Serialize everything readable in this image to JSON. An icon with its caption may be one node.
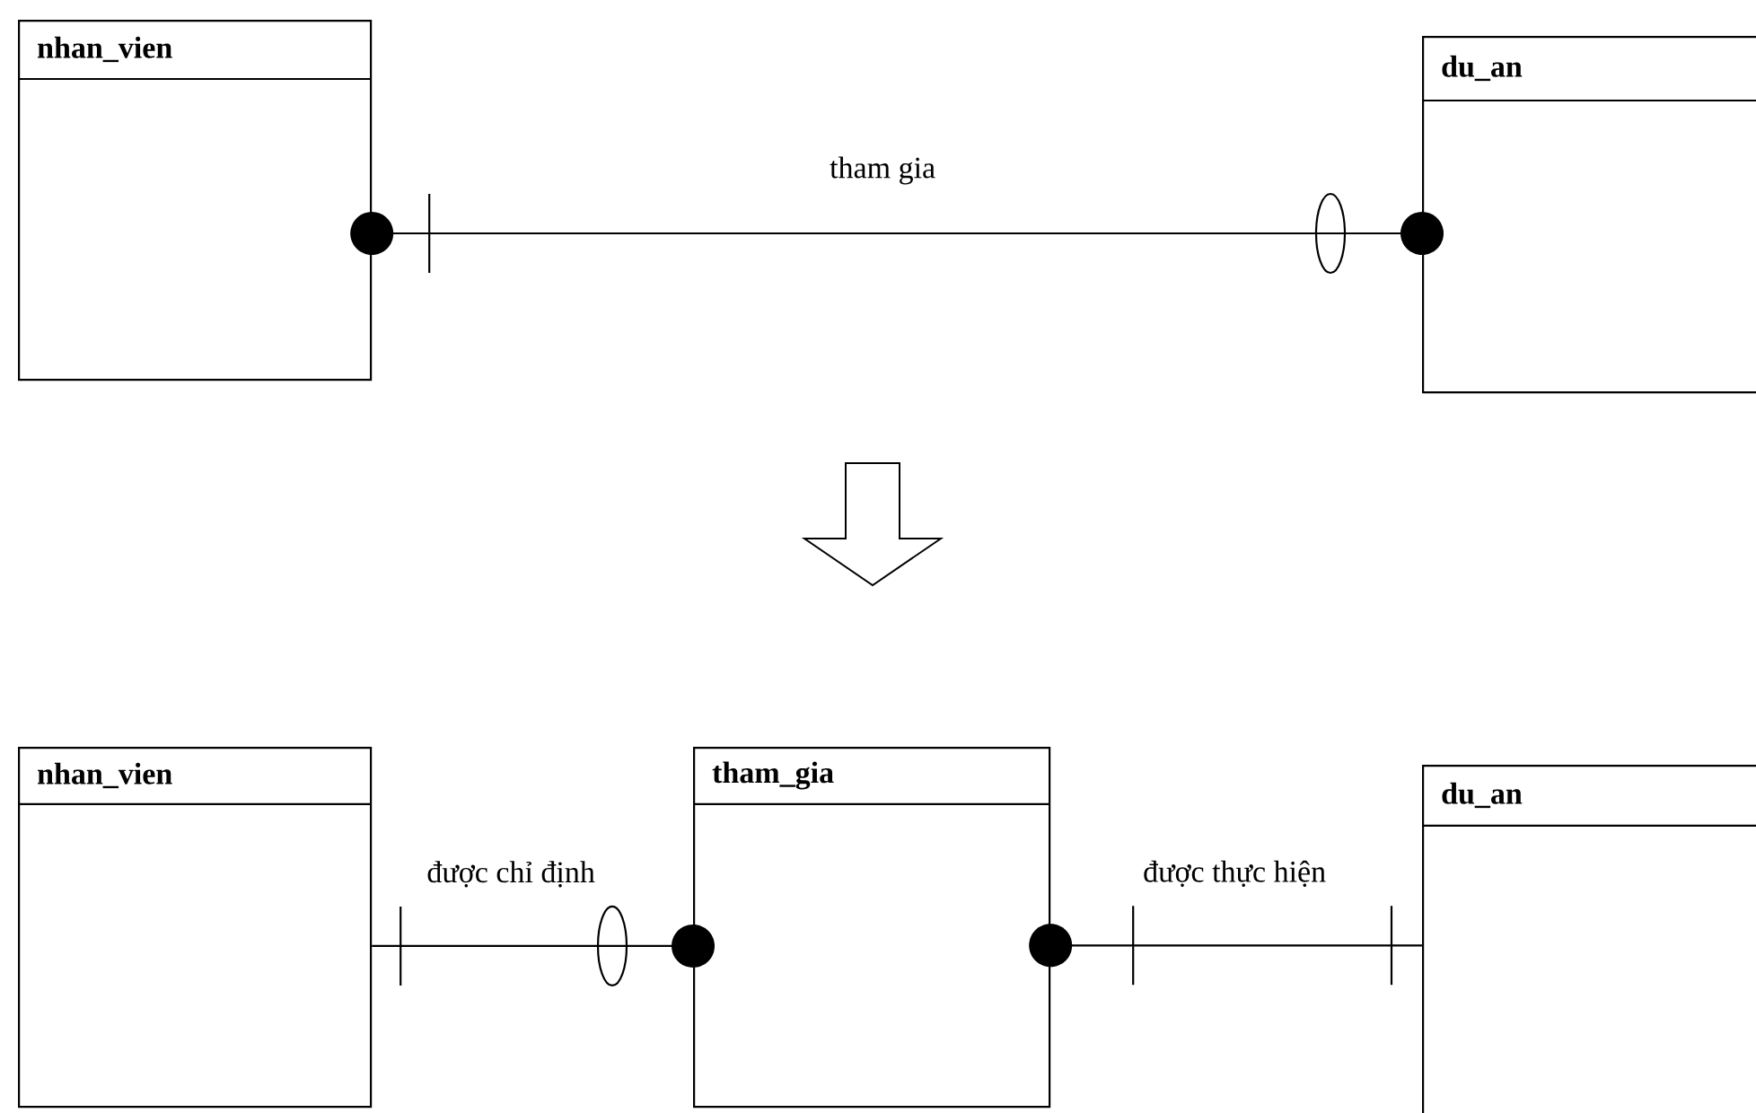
{
  "diagram": {
    "nodes": [
      {
        "text": [
          "nhan_vien"
        ]
      },
      {
        "text": [
          "du_an"
        ]
      },
      {
        "text": [
          "nhan_vien"
        ]
      },
      {
        "text": [
          "tham_gia"
        ]
      },
      {
        "text": [
          "du_an"
        ]
      }
    ],
    "edges": [
      {
        "from": 0,
        "to": 1,
        "arrow": "other",
        "label": "tham gia"
      },
      {
        "from": 2,
        "to": 3,
        "arrow": "other",
        "label": "được chỉ định"
      },
      {
        "from": 3,
        "to": 4,
        "arrow": "other",
        "label": "được thực hiện"
      }
    ]
  }
}
